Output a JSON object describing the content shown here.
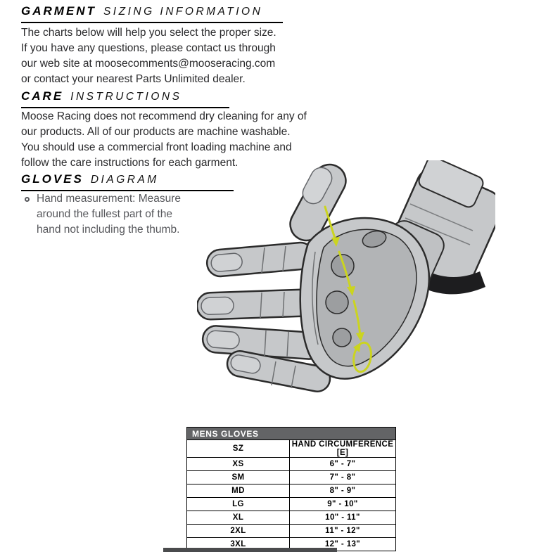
{
  "colors": {
    "accent_yellow": "#cbd420",
    "table_header_bg": "#636466",
    "heading_text": "#000000",
    "body_text": "#2a2a2c"
  },
  "sections": {
    "garment": {
      "title_primary": "GARMENT",
      "title_secondary": "SIZING INFORMATION",
      "body_lines": [
        "The charts below will help you select the proper size.",
        "If you have any questions, please contact us through",
        "our web site at moosecomments@mooseracing.com",
        "or contact your nearest Parts Unlimited dealer."
      ]
    },
    "care": {
      "title_primary": "CARE",
      "title_secondary": "INSTRUCTIONS",
      "body_lines": [
        "Moose Racing does not recommend dry cleaning for any of",
        "our products. All of our products are machine washable.",
        "You should use a commercial front loading machine and",
        "follow the care instructions for each garment."
      ]
    },
    "gloves": {
      "title_primary": "GLOVES",
      "title_secondary": "DIAGRAM",
      "bullet_lines": [
        "Hand measurement: Measure",
        "around the fullest part of the",
        "hand not including the thumb."
      ]
    }
  },
  "table": {
    "title": "MENS GLOVES",
    "columns": [
      "SZ",
      "HAND CIRCUMFERENCE [E]"
    ],
    "rows": [
      [
        "XS",
        "6\" - 7\""
      ],
      [
        "SM",
        "7\" - 8\""
      ],
      [
        "MD",
        "8\" - 9\""
      ],
      [
        "LG",
        "9\" - 10\""
      ],
      [
        "XL",
        "10\" - 11\""
      ],
      [
        "2XL",
        "11\" - 12\""
      ],
      [
        "3XL",
        "12\" - 13\""
      ]
    ]
  }
}
